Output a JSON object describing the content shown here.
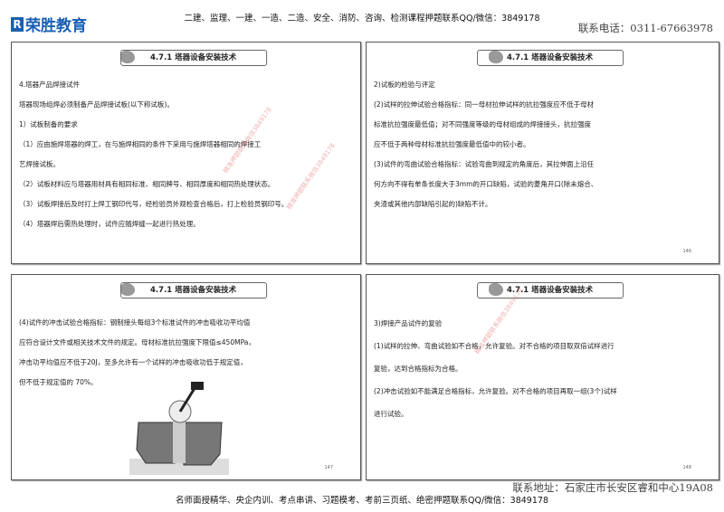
{
  "header": {
    "logo": "荣胜教育",
    "promo": "二建、监理、一建、一造、二造、安全、消防、咨询、检测课程押题联系QQ/微信：3849178",
    "phone": "联系电话：0311-67663978"
  },
  "footer": {
    "address": "联系地址：石家庄市长安区睿和中心19A08",
    "promo": "名师面授精华、央企内训、考点串讲、习题模考、考前三页纸、绝密押题联系QQ/微信：3849178"
  },
  "watermark": "精准押题联系微信3849178",
  "slides": [
    {
      "title": "4.7.1 塔器设备安装技术",
      "page": "",
      "lines": [
        "4.塔器产品焊接试件",
        "塔器现场组焊必须制备产品焊接试板(以下称试板)。",
        "1）试板制备的要求",
        "（1）应由施焊塔器的焊工，在与施焊相同的条件下采用与施焊塔器相同的焊接工",
        "艺焊接试板。",
        "（2）试板材料应与塔器用材具有相同标准、相同牌号、相同厚度和相同热处理状态。",
        "（3）试板焊接后及时打上焊工钢印代号，经检验员外观检查合格后，打上检验员钢印号。",
        "（4）塔器焊后需热处理时，试件应随焊缝一起进行热处理。"
      ]
    },
    {
      "title": "4.7.1 塔器设备安装技术",
      "page": "146",
      "lines": [
        "2)试板的检验与评定",
        "(2)试样的拉伸试验合格指标：同一母材拉伸试样的抗拉强度应不低于母材",
        "标准抗拉强度最低值；对不同强度等级的母材组成的焊接接头，抗拉强度",
        "应不低于两种母材标准抗拉强度最低值中的较小者。",
        "(3)试件的弯曲试验合格指标：试验弯曲到规定的角度后，其拉伸面上沿任",
        "何方向不得有单条长度大于3mm的开口缺陷，试验的菱角开口(除未熔合、",
        "夹渣或其他内部缺陷引起的)缺陷不计。"
      ]
    },
    {
      "title": "4.7.1 塔器设备安装技术",
      "page": "147",
      "lines": [
        "(4)试件的冲击试验合格指标：钢制接头每组3个标准试件的冲击吸收功平均值",
        "应符合设计文件或相关技术文件的规定。母材标准抗拉强度下限值≤450MPa，",
        "冲击功平均值应不低于20J，至多允许有一个试样的冲击吸收功低于规定值，",
        "但不低于规定值的 70%。"
      ]
    },
    {
      "title": "4.7.1 塔器设备安装技术",
      "page": "148",
      "lines": [
        "3)焊接产品试件的复验",
        "(1)试样的拉伸、弯曲试验如不合格，允许复验。对不合格的项目取双倍试样进行",
        "复验，达到合格指标为合格。",
        "(2)冲击试验如不能满足合格指标，允许复验。对不合格的项目再取一组(3个)试样",
        "进行试验。"
      ]
    }
  ]
}
